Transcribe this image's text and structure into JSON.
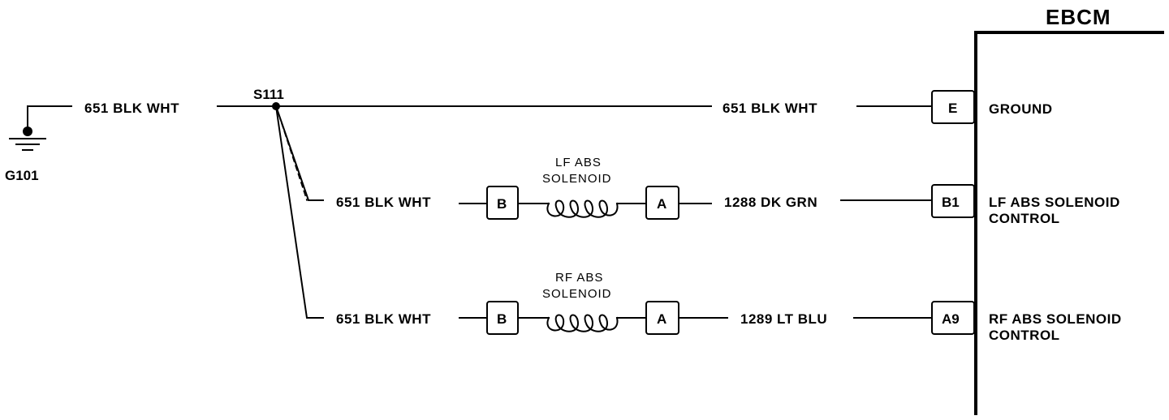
{
  "module": {
    "title": "EBCM"
  },
  "ground": {
    "label": "G101"
  },
  "splice": {
    "label": "S111"
  },
  "wires": {
    "ground_to_splice": "651 BLK WHT",
    "splice_to_ebcm": "651 BLK WHT",
    "lf_in": "651 BLK WHT",
    "lf_out": "1288 DK GRN",
    "rf_in": "651 BLK WHT",
    "rf_out": "1289 LT BLU"
  },
  "solenoids": {
    "lf": {
      "line1": "LF ABS",
      "line2": "SOLENOID",
      "pin_in": "B",
      "pin_out": "A"
    },
    "rf": {
      "line1": "RF ABS",
      "line2": "SOLENOID",
      "pin_in": "B",
      "pin_out": "A"
    }
  },
  "ebcm_pins": [
    {
      "pin": "E",
      "line1": "GROUND",
      "line2": ""
    },
    {
      "pin": "B1",
      "line1": "LF ABS SOLENOID",
      "line2": "CONTROL"
    },
    {
      "pin": "A9",
      "line1": "RF ABS SOLENOID",
      "line2": "CONTROL"
    }
  ]
}
